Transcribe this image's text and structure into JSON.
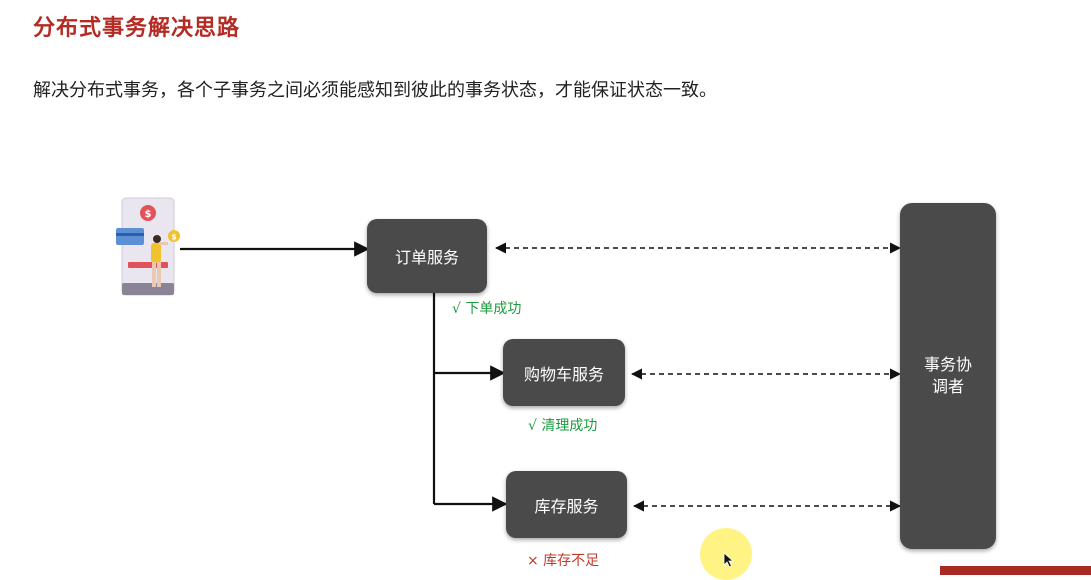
{
  "title": "分布式事务解决思路",
  "subtitle": "解决分布式事务，各个子事务之间必须能感知到彼此的事务状态，才能保证状态一致。",
  "nodes": {
    "order": "订单服务",
    "cart": "购物车服务",
    "stock": "库存服务",
    "coordinator_line1": "事务协",
    "coordinator_line2": "调者"
  },
  "statuses": {
    "order": "√  下单成功",
    "cart": "√  清理成功",
    "stock": "×  库存不足"
  },
  "colors": {
    "title": "#b32b22",
    "node": "#4a4a4a",
    "ok": "#1a9c3e",
    "fail": "#c0392b"
  },
  "icons": [
    "phone-payment-icon",
    "mouse-cursor-icon"
  ]
}
